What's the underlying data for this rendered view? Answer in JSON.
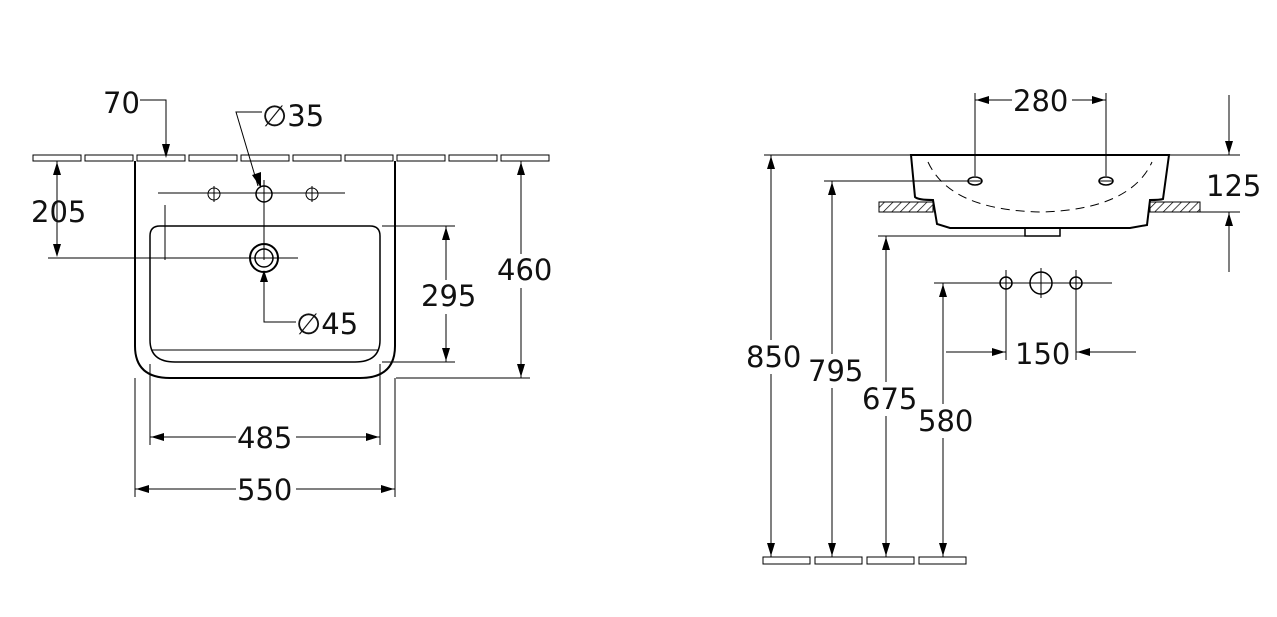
{
  "front_view": {
    "dim_tap_offset": "70",
    "dim_tap_hole": "∅35",
    "dim_tap_height": "205",
    "dim_waste": "∅45",
    "dim_bowl_depth": "295",
    "dim_overall_depth": "460",
    "dim_bowl_width": "485",
    "dim_overall_width": "550"
  },
  "side_view": {
    "dim_tap_spacing": "280",
    "dim_basin_height": "125",
    "dim_rim_height": "850",
    "dim_tap_level": "795",
    "dim_bottom_level": "675",
    "dim_valve_level": "580",
    "dim_valve_spacing": "150"
  }
}
